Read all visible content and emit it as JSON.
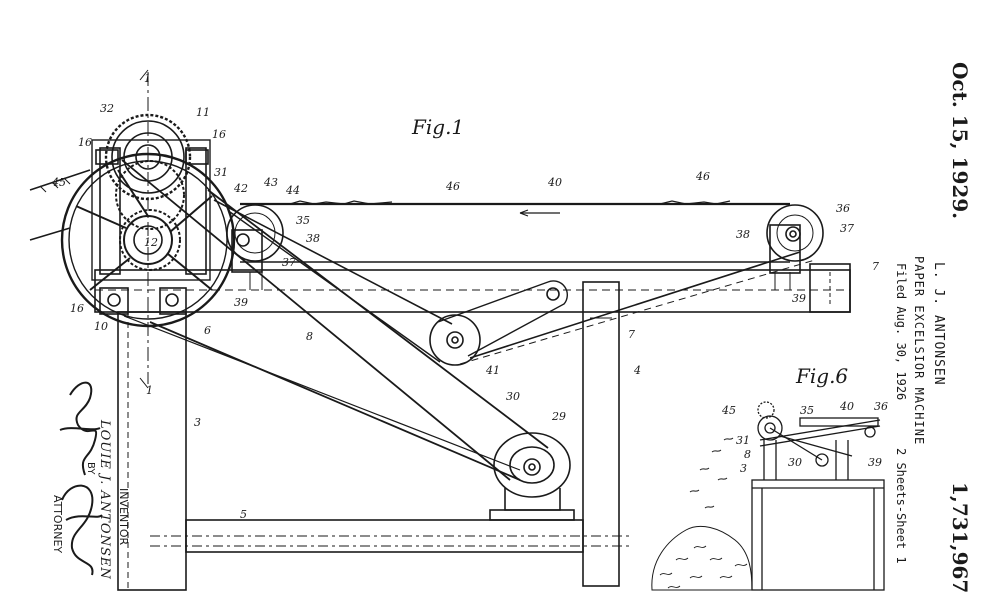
{
  "header": {
    "date": "Oct. 15, 1929.",
    "inventor_short": "L. J. ANTONSEN",
    "title": "PAPER EXCELSIOR MACHINE",
    "filed": "Filed Aug. 30, 1926",
    "sheets": "2 Sheets-Sheet 1",
    "patent_number": "1,731,967"
  },
  "figures": {
    "fig1": "Fig.1",
    "fig6": "Fig.6"
  },
  "signature": {
    "inventor_label": "INVENTOR",
    "inventor_name": "LOUIE J. ANTONSEN",
    "by": "BY",
    "attorney_label": "ATTORNEY",
    "attorney_sig": "Richard D. Cook"
  },
  "refs_fig1": [
    "1",
    "32",
    "11",
    "16",
    "16",
    "45",
    "31",
    "42",
    "43",
    "44",
    "46",
    "40",
    "46",
    "36",
    "12",
    "35",
    "38",
    "38",
    "37",
    "37",
    "7",
    "39",
    "39",
    "16",
    "10",
    "6",
    "8",
    "7",
    "41",
    "1",
    "4",
    "30",
    "29",
    "3",
    "5"
  ],
  "refs_fig6": [
    "45",
    "35",
    "40",
    "36",
    "31",
    "8",
    "30",
    "3",
    "39"
  ]
}
